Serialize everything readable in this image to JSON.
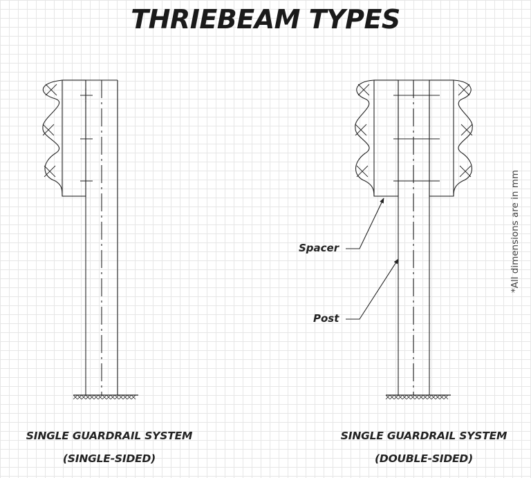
{
  "title": "THRIEBEAM TYPES",
  "note": "*All dimensions are in mm",
  "labels": {
    "spacer": "Spacer",
    "post": "Post"
  },
  "systems": [
    {
      "line1": "SINGLE GUARDRAIL SYSTEM",
      "line2": "(SINGLE-SIDED)"
    },
    {
      "line1": "SINGLE GUARDRAIL SYSTEM",
      "line2": "(DOUBLE-SIDED)"
    }
  ]
}
